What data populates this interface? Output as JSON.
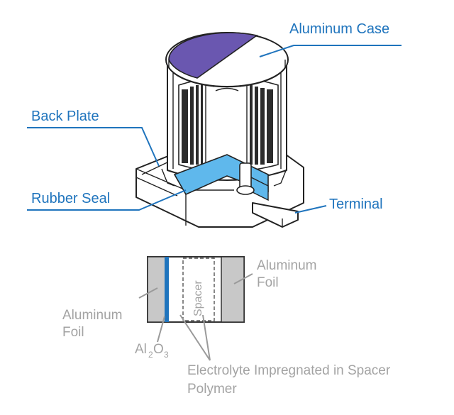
{
  "capacitor": {
    "labels": {
      "aluminum_case": "Aluminum Case",
      "back_plate": "Back Plate",
      "rubber_seal": "Rubber Seal",
      "terminal": "Terminal"
    },
    "colors": {
      "accent": "#1f74bd",
      "cap_top": "#6a57b0",
      "seal": "#5fb8ec",
      "ink": "#222222"
    }
  },
  "cross_section": {
    "labels": {
      "aluminum_foil_right_1": "Aluminum",
      "aluminum_foil_right_2": "Foil",
      "aluminum_foil_left_1": "Aluminum",
      "aluminum_foil_left_2": "Foil",
      "spacer": "Spacer",
      "al2o3_main": "Al",
      "al2o3_sub1": "2",
      "al2o3_mid": "O",
      "al2o3_sub2": "3",
      "electrolyte": "Electrolyte Impregnated in Spacer",
      "polymer": "Polymer"
    },
    "colors": {
      "foil": "#c8c8c8",
      "oxide": "#1f74bd",
      "label_gray": "#a3a3a3"
    }
  }
}
